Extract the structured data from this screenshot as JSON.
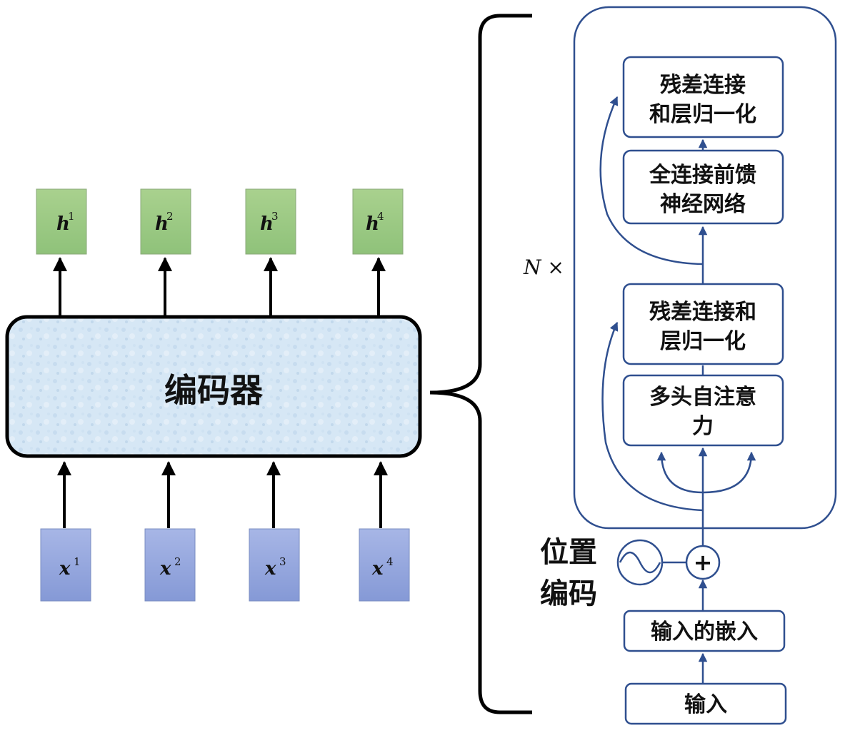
{
  "encoder": {
    "label": "编码器",
    "outputs": [
      {
        "var": "h",
        "sup": "1"
      },
      {
        "var": "h",
        "sup": "2"
      },
      {
        "var": "h",
        "sup": "3"
      },
      {
        "var": "h",
        "sup": "4"
      }
    ],
    "inputs": [
      {
        "var": "x",
        "sup": "1"
      },
      {
        "var": "x",
        "sup": "2"
      },
      {
        "var": "x",
        "sup": "3"
      },
      {
        "var": "x",
        "sup": "4"
      }
    ]
  },
  "detail": {
    "repeat_label": "N ×",
    "residual_norm_top": {
      "line1": "残差连接",
      "line2": "和层归一化"
    },
    "ffn": {
      "line1": "全连接前馈",
      "line2": "神经网络"
    },
    "residual_norm_bottom": {
      "line1": "残差连接和",
      "line2": "层归一化"
    },
    "mhsa": {
      "line1": "多头自注意",
      "line2": "力"
    },
    "positional_encoding": {
      "line1": "位置",
      "line2": "编码"
    },
    "add_symbol": "+",
    "input_embedding": "输入的嵌入",
    "input": "输入"
  },
  "colors": {
    "output_box": "#93c47d",
    "input_box": "#8ea4dc",
    "encoder_fill": "#d4e6f4",
    "detail_stroke": "#2f4f8f"
  }
}
